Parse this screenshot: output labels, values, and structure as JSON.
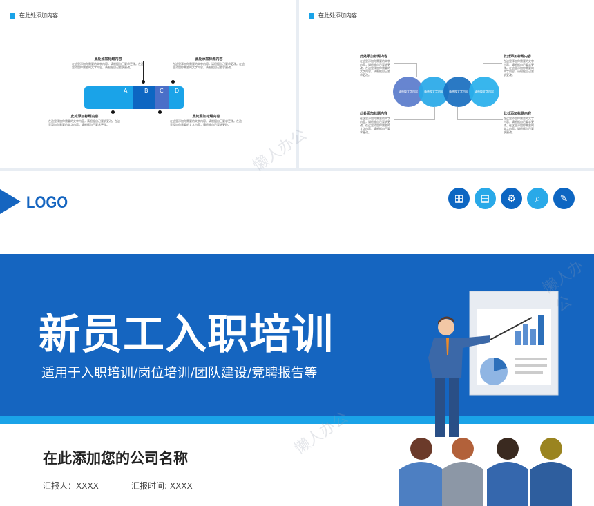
{
  "watermark": "懒人办公",
  "slide1": {
    "header": "在此处添加内容",
    "segments": [
      "A",
      "B",
      "C",
      "D"
    ],
    "blocks": [
      {
        "title": "此处添加标题内容",
        "body": "在这里添加你需要的文字内容，请根据自己要求更改。在这里添加你需要的文字内容，请根据自己要求更改。"
      },
      {
        "title": "此处添加标题内容",
        "body": "在这里添加你需要的文字内容，请根据自己要求更改。在这里添加你需要的文字内容，请根据自己要求更改。"
      },
      {
        "title": "此处添加标题内容",
        "body": "在这里添加你需要的文字内容，请根据自己要求更改。在这里添加你需要的文字内容，请根据自己要求更改。"
      },
      {
        "title": "此处添加标题内容",
        "body": "在这里添加你需要的文字内容，请根据自己要求更改。在这里添加你需要的文字内容，请根据自己要求更改。"
      }
    ]
  },
  "slide2": {
    "header": "在此处添加内容",
    "circles": [
      "请替换文字内容",
      "请替换文字内容",
      "请替换文字内容",
      "请替换文字内容"
    ],
    "blocks": [
      {
        "title": "此处添加标题内容",
        "body": "在这里添加你需要的文字内容，请根据自己要求更改。在这里添加你需要的文字内容，请根据自己要求更改。"
      },
      {
        "title": "此处添加标题内容",
        "body": "在这里添加你需要的文字内容，请根据自己要求更改。在这里添加你需要的文字内容，请根据自己要求更改。"
      },
      {
        "title": "此处添加标题内容",
        "body": "在这里添加你需要的文字内容，请根据自己要求更改。在这里添加你需要的文字内容，请根据自己要求更改。"
      },
      {
        "title": "此处添加标题内容",
        "body": "在这里添加你需要的文字内容，请根据自己要求更改。在这里添加你需要的文字内容，请根据自己要求更改。"
      }
    ]
  },
  "cover": {
    "logo": "LOGO",
    "icons": [
      "presentation-chart-icon",
      "board-chart-icon",
      "gear-person-icon",
      "search-chart-icon",
      "edit-document-icon"
    ],
    "title": "新员工入职培训",
    "subtitle": "适用于入职培训/岗位培训/团队建设/竞聘报告等",
    "company": "在此添加您的公司名称",
    "reporter": "汇报人：XXXX",
    "time": "汇报时间: XXXX"
  },
  "colors": {
    "primary": "#1565c0",
    "accent": "#1aa3e8",
    "dark": "#0d47a1"
  }
}
